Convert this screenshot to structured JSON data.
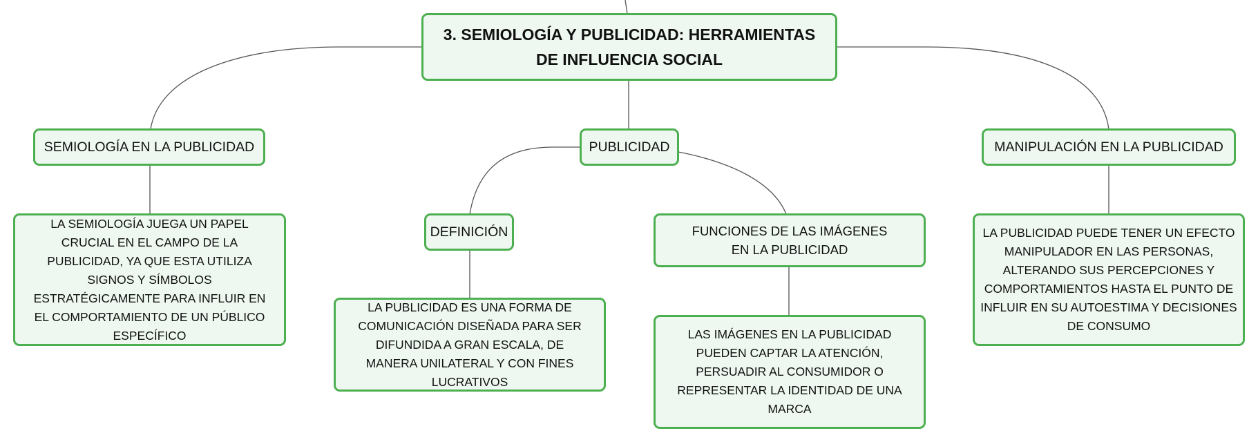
{
  "diagram": {
    "central": {
      "label": "3. SEMIOLOGÍA Y PUBLICIDAD: HERRAMIENTAS DE INFLUENCIA SOCIAL"
    },
    "branches": {
      "semiologia": {
        "label": "SEMIOLOGÍA EN LA PUBLICIDAD"
      },
      "publicidad": {
        "label": "PUBLICIDAD"
      },
      "manipulacion": {
        "label": "MANIPULACIÓN EN LA PUBLICIDAD"
      }
    },
    "subtopics": {
      "definicion": {
        "label": "DEFINICIÓN"
      },
      "funciones": {
        "label": "FUNCIONES DE LAS IMÁGENES EN LA PUBLICIDAD"
      }
    },
    "details": {
      "semiologia": {
        "text": "LA SEMIOLOGÍA JUEGA UN PAPEL CRUCIAL EN EL CAMPO DE LA PUBLICIDAD, YA QUE ESTA UTILIZA SIGNOS Y SÍMBOLOS ESTRATÉGICAMENTE PARA INFLUIR EN EL COMPORTAMIENTO DE UN PÚBLICO ESPECÍFICO"
      },
      "definicion": {
        "text": "LA PUBLICIDAD ES UNA FORMA DE COMUNICACIÓN DISEÑADA PARA SER DIFUNDIDA A GRAN ESCALA, DE MANERA UNILATERAL Y CON FINES LUCRATIVOS"
      },
      "funciones": {
        "text": "LAS IMÁGENES EN LA PUBLICIDAD PUEDEN CAPTAR LA ATENCIÓN, PERSUADIR AL CONSUMIDOR O REPRESENTAR LA IDENTIDAD DE UNA MARCA"
      },
      "manipulacion": {
        "text": "LA PUBLICIDAD PUEDE TENER UN EFECTO MANIPULADOR EN LAS PERSONAS, ALTERANDO SUS PERCEPCIONES Y COMPORTAMIENTOS HASTA EL PUNTO DE INFLUIR EN SU AUTOESTIMA Y DECISIONES DE CONSUMO"
      }
    },
    "colors": {
      "border": "#4caf50",
      "fill": "#eef8f0",
      "connector": "#555555",
      "text": "#111111"
    }
  }
}
